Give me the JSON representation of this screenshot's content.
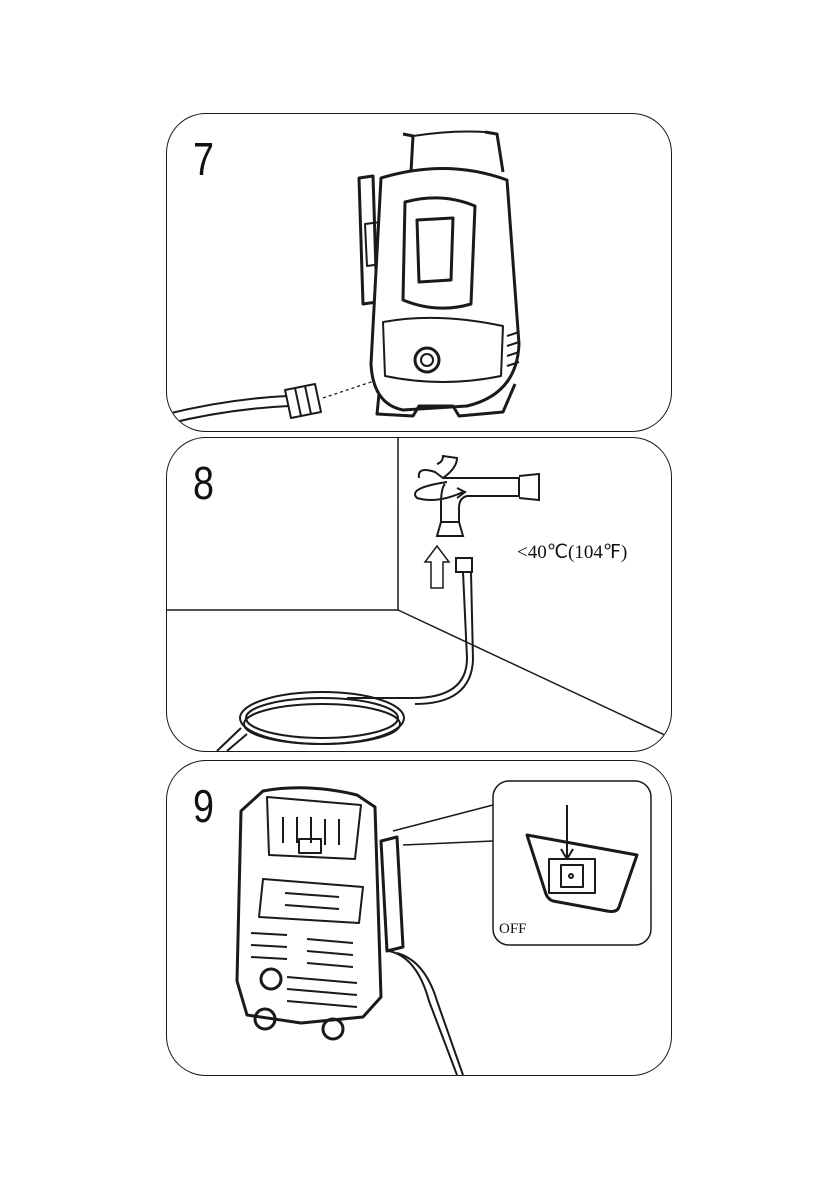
{
  "steps": [
    {
      "number": "7"
    },
    {
      "number": "8",
      "temperature_label": "<40℃(104℉)"
    },
    {
      "number": "9",
      "switch_label": "OFF"
    }
  ],
  "colors": {
    "line": "#1a1a1a",
    "background": "#ffffff"
  }
}
